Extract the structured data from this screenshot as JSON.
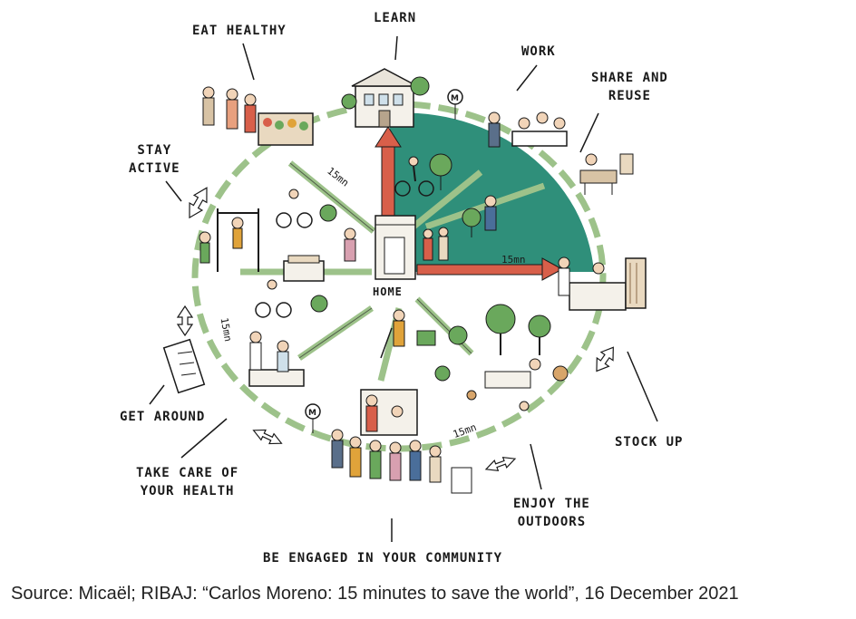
{
  "labels": {
    "learn": "LEARN",
    "eat_healthy": "EAT HEALTHY",
    "work": "WORK",
    "share_and_reuse": [
      "SHARE AND",
      "REUSE"
    ],
    "stay_active": [
      "STAY",
      "ACTIVE"
    ],
    "home": "HOME",
    "get_around": "GET AROUND",
    "take_care": [
      "TAKE CARE OF",
      "YOUR HEALTH"
    ],
    "stock_up": "STOCK UP",
    "enjoy_outdoors": [
      "ENJOY THE",
      "OUTDOORS"
    ],
    "community": "BE ENGAGED IN YOUR COMMUNITY"
  },
  "time_marks": [
    "15mn",
    "15mn",
    "15mn",
    "15mn"
  ],
  "metro_sign": "M",
  "caption": "Source: Micaël; RIBAJ: “Carlos Moreno: 15 minutes to save the world”, 16 December 2021",
  "colors": {
    "sector": "#2f8f7a",
    "path": "#9dc28a",
    "arrow": "#d85f4a",
    "ink": "#1a1a1a"
  },
  "icons": [
    "school-building",
    "market-stall",
    "office-desks",
    "chairs-reuse",
    "sport-bars",
    "house",
    "cyclist",
    "doctor",
    "trees",
    "shop",
    "people-gathering",
    "metro-sign"
  ]
}
